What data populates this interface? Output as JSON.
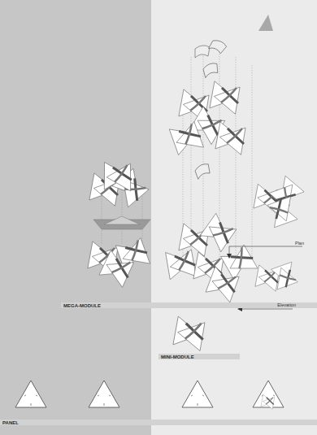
{
  "diagram": {
    "nodes": [
      {
        "text": [
          "MEGA-MODULE"
        ]
      },
      {
        "text": [
          "MINI-MODULE"
        ]
      },
      {
        "text": [
          "PANEL"
        ]
      }
    ],
    "labels": [
      "Plan",
      "Elevation"
    ]
  }
}
